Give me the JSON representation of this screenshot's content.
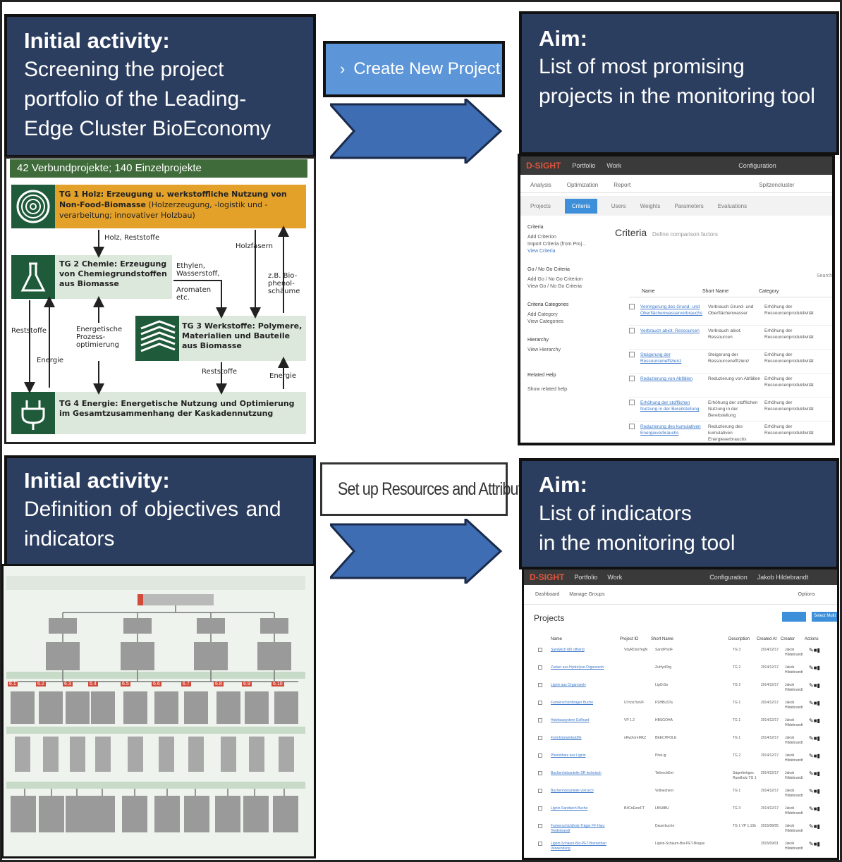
{
  "top_left": {
    "title": "Initial activity:",
    "lines": [
      "Screening the project",
      "portfolio of the Leading-",
      "Edge Cluster BioEconomy"
    ]
  },
  "top_button": {
    "icon": "chevron-right-icon",
    "label": "Create New Project"
  },
  "top_right": {
    "title": "Aim:",
    "lines": [
      "List of most promising",
      "projects in the monitoring tool"
    ]
  },
  "bottom_left": {
    "title": "Initial activity:",
    "lines": [
      "Definition  of  objectives  and",
      "indicators"
    ]
  },
  "bottom_button": {
    "icon": "tag-icon",
    "label": "Set up Resources and Attributes"
  },
  "bottom_right": {
    "title": "Aim:",
    "lines": [
      "List of indicators",
      "in the monitoring tool"
    ]
  },
  "cluster_diagram": {
    "header": "42 Verbundprojekte; 140 Einzelprojekte",
    "tg1_bold": "TG 1 Holz: Erzeugung u. werkstoffliche Nutzung von Non-Food-Biomasse",
    "tg1_rest": " (Holzerzeugung, -logistik und -verarbeitung; innovativer Holzbau)",
    "tg2": "TG 2 Chemie: Erzeugung von Chemiegrundstoffen aus Biomasse",
    "tg3": "TG 3 Werkstoffe: Polymere, Materialien und Bauteile aus Biomasse",
    "tg4": "TG 4 Energie: Energetische Nutzung und Optimierung im Gesamtzusammenhang der Kaskadennutzung",
    "labels": {
      "holz_reststoffe": "Holz, Reststoffe",
      "holzfasern": "Holzfasern",
      "ethylen": "Ethylen, Wasserstoff,",
      "aromaten": "Aromaten etc.",
      "phenol": "z.B. Bio-phenol-schäume",
      "reststoffe_left": "Reststoffe",
      "energetische": "Energetische Prozess-optimierung",
      "energie_left": "Energie",
      "reststoffe_mid": "Reststoffe",
      "energie_right": "Energie"
    }
  },
  "dsight_criteria": {
    "logo": "D-SIGHT",
    "menu": [
      "Portfolio",
      "Work",
      "Configuration"
    ],
    "subnav": [
      "Analysis",
      "Optimization",
      "Report",
      "Spitzencluster"
    ],
    "steps": [
      "Projects",
      "Criteria",
      "Users",
      "Weights",
      "Parameters",
      "Evaluations"
    ],
    "heading": "Criteria",
    "heading_sub": "Define comparison factors",
    "sidebar": [
      {
        "head": "Criteria",
        "items": [
          "Add Criterion",
          "Import Criteria (from Proj...",
          "View Criteria"
        ]
      },
      {
        "head": "Go / No Go Criteria",
        "items": [
          "Add Go / No Go Criterion",
          "View Go / No Go Criteria"
        ]
      },
      {
        "head": "Criteria Categories",
        "items": [
          "Add Category",
          "View Categories"
        ]
      },
      {
        "head": "Hierarchy",
        "items": [
          "View Hierarchy"
        ]
      },
      {
        "head": "Related Help",
        "items": [
          "Show related help"
        ]
      }
    ],
    "search": "Search",
    "columns": [
      "Name",
      "Short Name",
      "Category"
    ],
    "rows": [
      [
        "Verringerung des Grund- und Oberflächenwasserverbrauchs",
        "Verbrauch Grund- und Oberflächenwasser",
        "Erhöhung der Ressourcenproduktivität"
      ],
      [
        "Verbrauch abiot. Ressourcen",
        "Verbrauch abiot. Ressourcen",
        "Erhöhung der Ressourcenproduktivität"
      ],
      [
        "Steigerung der Ressourceneffizienz",
        "Steigerung der Ressourceneffizienz",
        "Erhöhung der Ressourcenproduktivität"
      ],
      [
        "Reduzierung von Abfällen",
        "Reduzierung von Abfällen",
        "Erhöhung der Ressourcenproduktivität"
      ],
      [
        "Erhöhung der stofflichen Nutzung in der Bereitstellung",
        "Erhöhung der stofflichen Nutzung in der Bereitstellung",
        "Erhöhung der Ressourcenproduktivität"
      ],
      [
        "Reduzierung des kumulativen Energieverbrauchs",
        "Reduzierung des kumulativen Energieverbrauchs",
        "Erhöhung der Ressourcenproduktivität"
      ]
    ]
  },
  "dsight_projects": {
    "logo": "D-SIGHT",
    "menu": [
      "Portfolio",
      "Work",
      "Configuration",
      "Jakob Hildebrandt"
    ],
    "subnav": [
      "Dashboard",
      "Manage Groups",
      "Options"
    ],
    "heading": "Projects",
    "select_btn": "Select Multi",
    "columns": [
      "Name",
      "Project ID",
      "Short Name",
      "Description",
      "Created At",
      "Creator",
      "Actions"
    ],
    "rows": [
      [
        "Sandwich MX offwind",
        "VdyRDsnYegN",
        "SandPhotF",
        "TG 3",
        "2014/12/17",
        "Jakob Hildebrandt"
      ],
      [
        "Zucker aus Hydrolyse-Organosolv",
        "",
        "ZuHydOrg",
        "TG 2",
        "2014/12/17",
        "Jakob Hildebrandt"
      ],
      [
        "Lignin aus Organosolv",
        "",
        "LigOrSo",
        "TG 2",
        "2014/12/17",
        "Jakob Hildebrandt"
      ],
      [
        "Furnierschichtträger Buche",
        "U7noz7iwVF",
        "FSHBuSTa",
        "TG 1",
        "2014/12/17",
        "Jakob Hildebrandt"
      ],
      [
        "Holzbausystem Gollhard",
        "VP 1.2",
        "HBSGOHA",
        "TG 1",
        "2014/12/17",
        "Jakob Hildebrandt"
      ],
      [
        "Formholzwerkstoffe",
        "nRwXoreMKZ",
        "BEECHFOLE",
        "TG 1",
        "2014/12/17",
        "Jakob Hildebrandt"
      ],
      [
        "Phenolharz aus Lignin",
        "",
        "PheLig",
        "TG 2",
        "2014/12/17",
        "Jakob Hildebrandt"
      ],
      [
        "Buchenholzanteile SR technisch",
        "",
        "TeilnechEnt",
        "Sägerfertiges Rundholz TG 1",
        "2014/12/17",
        "Jakob Hildebrandt"
      ],
      [
        "Buchenholzanteile voll.tech",
        "",
        "Vollnechern",
        "TG 1",
        "2014/12/17",
        "Jakob Hildebrandt"
      ],
      [
        "Lignin-Sandwich Buche",
        "B4CnEsnrFT",
        "LBSABU",
        "TG 3",
        "2014/12/17",
        "Jakob Hildebrandt"
      ],
      [
        "Furnierschichtholz-Träger FF-Harz Heidebrandt",
        "",
        "Dauerbuche",
        "TG 1 VP 1.10b",
        "2015/08/05",
        "Jakob Hildebrandt"
      ],
      [
        "Lignin-Schaum-Bio-PET-Biomethan Verwendung",
        "",
        "Lignin-Schaum-Bio-PET-Biogas",
        "",
        "2015/09/01",
        "Jakob Hildebrandt"
      ]
    ]
  },
  "indicator_tree": {
    "labels": [
      "6.1",
      "6.2",
      "6.3",
      "6.4",
      "6.5",
      "6.6",
      "6.7",
      "6.8",
      "6.9",
      "6.10"
    ]
  },
  "colors": {
    "navy": "#2c3e5f",
    "button_blue": "#5c95d8",
    "arrow_blue": "#3f6db3",
    "tg1_orange": "#e3a12a",
    "tg_green": "#1f5a3a",
    "light_green": "#dde8dc"
  }
}
